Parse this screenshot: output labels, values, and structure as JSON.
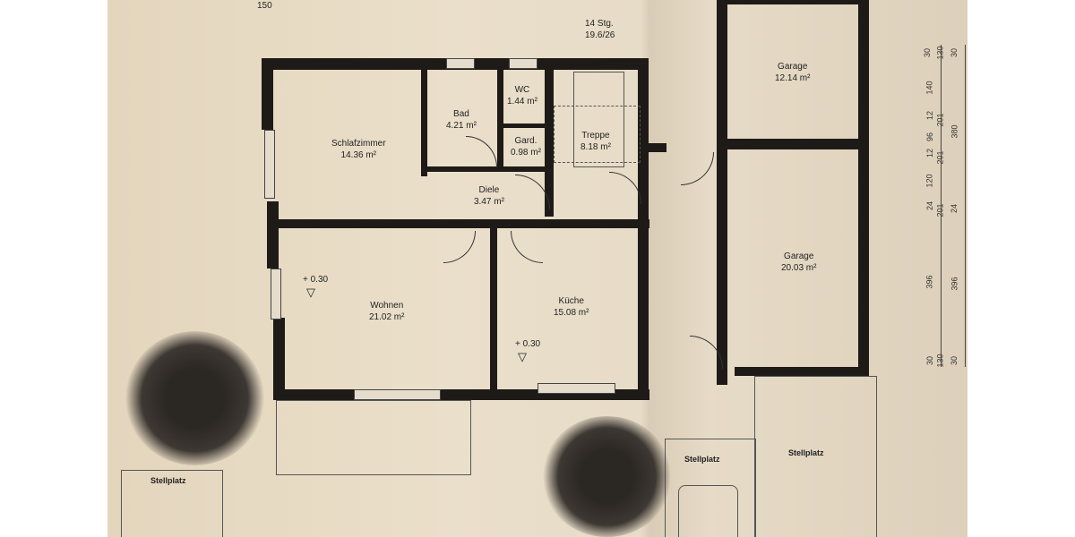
{
  "header": {
    "scale_note": "150",
    "stairs_note": "14 Stg.",
    "stairs_ratio": "19.6/26"
  },
  "rooms": [
    {
      "name": "Schlafzimmer",
      "area": "14.36 m²"
    },
    {
      "name": "Bad",
      "area": "4.21 m²"
    },
    {
      "name": "WC",
      "area": "1.44 m²"
    },
    {
      "name": "Gard.",
      "area": "0.98 m²"
    },
    {
      "name": "Treppe",
      "area": "8.18 m²"
    },
    {
      "name": "Diele",
      "area": "3.47 m²"
    },
    {
      "name": "Wohnen",
      "area": "21.02 m²"
    },
    {
      "name": "Küche",
      "area": "15.08 m²"
    },
    {
      "name": "Garage",
      "area": "12.14 m²"
    },
    {
      "name": "Garage",
      "area": "20.03 m²"
    }
  ],
  "levels": [
    "+ 0.30",
    "+ 0.30"
  ],
  "parking": [
    "Stellplatz",
    "Stellplatz",
    "Stellplatz"
  ],
  "dimensions": {
    "col1": [
      "30",
      "130",
      "140",
      "12",
      "201",
      "96",
      "12",
      "201",
      "120",
      "24",
      "201",
      "396",
      "30",
      "130"
    ],
    "col2": [
      "30",
      "380",
      "24",
      "396",
      "30"
    ]
  }
}
